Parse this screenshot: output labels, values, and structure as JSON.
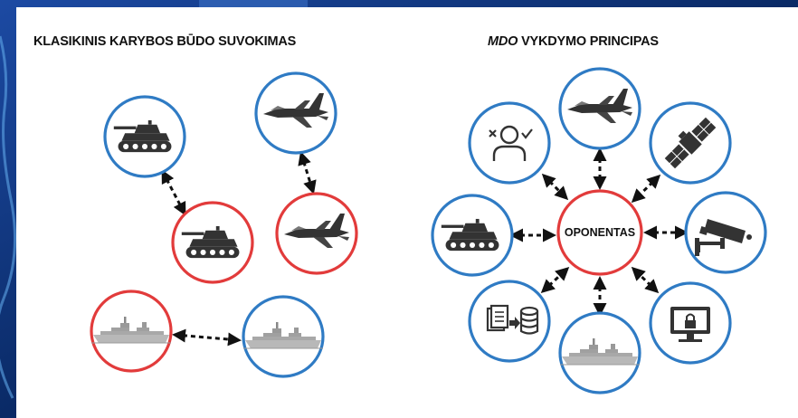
{
  "left_panel": {
    "title": "KLASIKINIS KARYBOS BŪDO SUVOKIMAS",
    "nodes": [
      {
        "icon": "tank-icon",
        "state": "own"
      },
      {
        "icon": "fighter-jet-icon",
        "state": "own"
      },
      {
        "icon": "tank-icon",
        "state": "adversary"
      },
      {
        "icon": "fighter-jet-icon",
        "state": "adversary"
      },
      {
        "icon": "warship-icon",
        "state": "adversary"
      },
      {
        "icon": "warship-icon",
        "state": "own"
      }
    ]
  },
  "right_panel": {
    "title_em": "MDO",
    "title_rest": " VYKDYMO PRINCIPAS",
    "center_label": "OPONENTAS",
    "nodes": [
      {
        "icon": "decision-person-icon"
      },
      {
        "icon": "fighter-jet-icon"
      },
      {
        "icon": "satellite-icon"
      },
      {
        "icon": "tank-icon"
      },
      {
        "icon": "surveillance-camera-icon"
      },
      {
        "icon": "data-transfer-icon"
      },
      {
        "icon": "warship-icon"
      },
      {
        "icon": "locked-monitor-icon"
      }
    ]
  },
  "colors": {
    "own_ring": "#2f7bc4",
    "adversary_ring": "#e23b3b",
    "arrow": "#111111",
    "icon_fill": "#333333",
    "ship_fill": "#b8b8b8"
  }
}
